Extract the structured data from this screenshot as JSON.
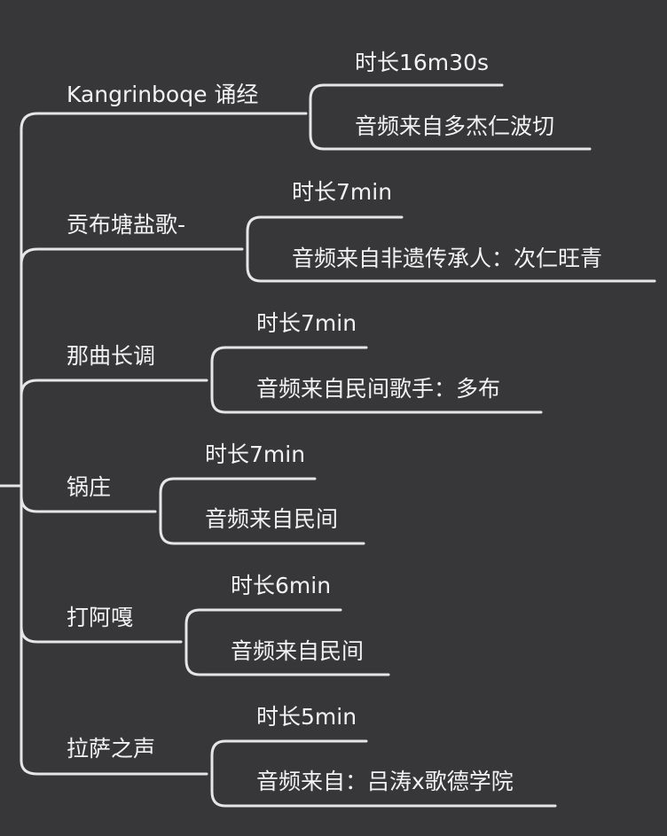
{
  "branches": [
    {
      "topic": "Kangrinboqe 诵经",
      "duration": "时长16m30s",
      "source": "音频来自多杰仁波切"
    },
    {
      "topic": "贡布塘盐歌-",
      "duration": "时长7min",
      "source": "音频来自非遗传承人：次仁旺青"
    },
    {
      "topic": "那曲长调",
      "duration": "时长7min",
      "source": "音频来自民间歌手：多布"
    },
    {
      "topic": "锅庄",
      "duration": "时长7min",
      "source": "音频来自民间"
    },
    {
      "topic": "打阿嘎",
      "duration": "时长6min",
      "source": "音频来自民间"
    },
    {
      "topic": "拉萨之声",
      "duration": "时长5min",
      "source": "音频来自：吕涛x歌德学院"
    }
  ]
}
